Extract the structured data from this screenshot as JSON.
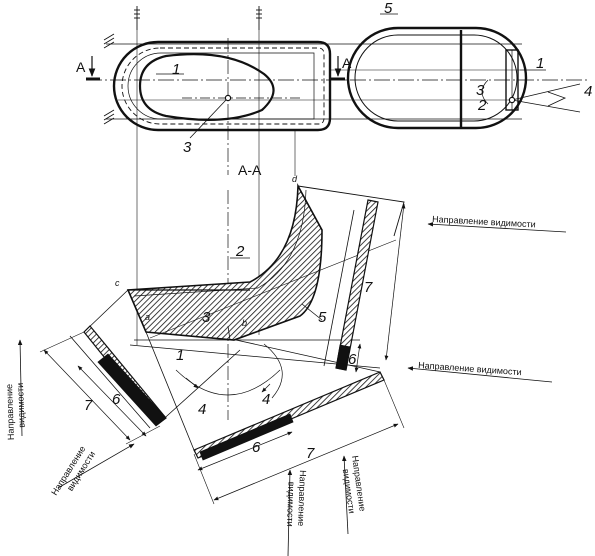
{
  "section_title": "А-А",
  "section_marks": {
    "left": "А",
    "right": "А"
  },
  "view_direction": "Направление видимости",
  "view_direction_split": [
    "Направление",
    "видимости"
  ],
  "corner_points": {
    "a": "a",
    "b": "b",
    "c": "c",
    "d": "d"
  },
  "callouts": {
    "n1_top_left": "1",
    "n1_top_right": "1",
    "n1_section": "1",
    "n2_top_right": "2",
    "n2_section": "2",
    "n3_top_left": "3",
    "n3_top_right": "3",
    "n3_section": "3",
    "n4_top_right": "4",
    "n4_section_left": "4",
    "n4_section_right": "4",
    "n5_top_right": "5",
    "n5_section": "5",
    "n6_left": "6",
    "n6_right": "6",
    "n6_bottom": "6",
    "n7_left": "7",
    "n7_right": "7",
    "n7_bottom": "7"
  }
}
